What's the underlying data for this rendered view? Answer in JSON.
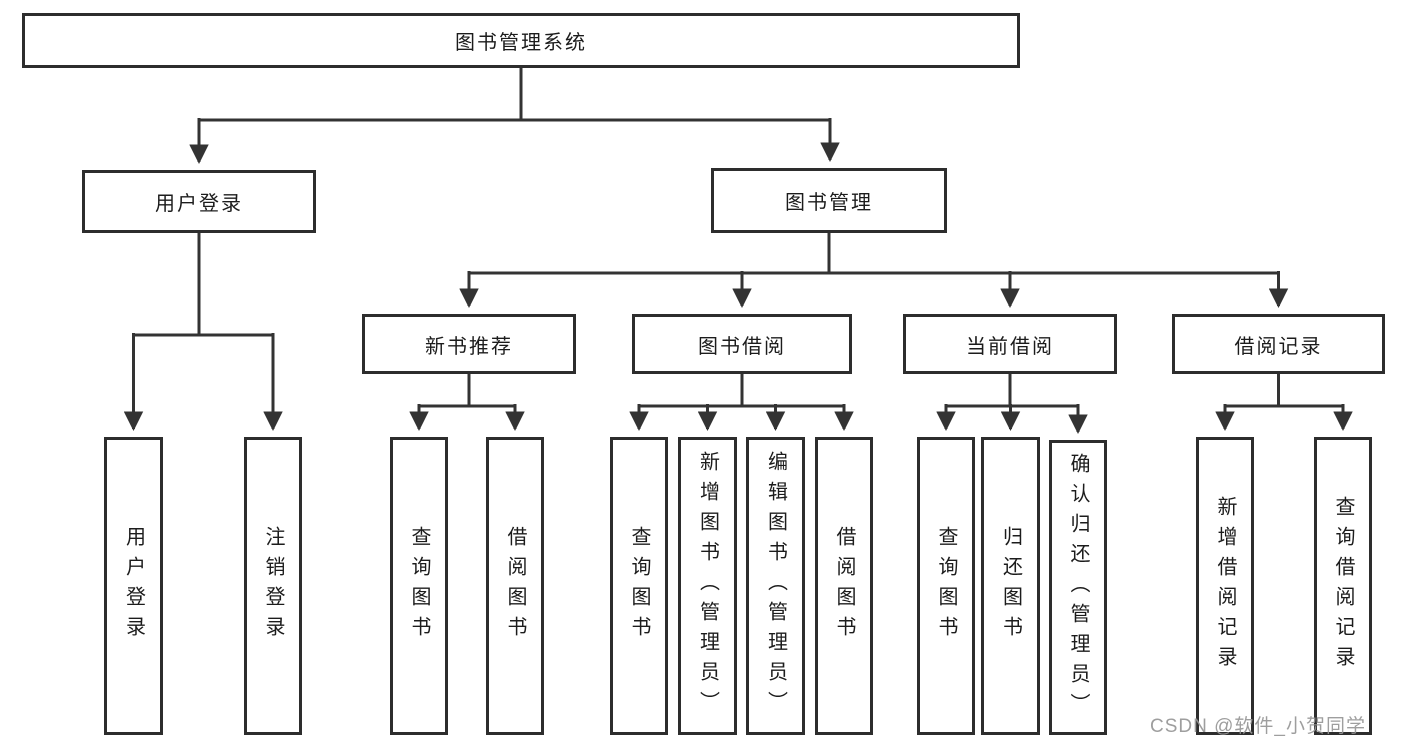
{
  "diagram": {
    "watermark": "CSDN @软件_小贺同学",
    "colors": {
      "line": "#333333",
      "box_border": "#2d2d2d",
      "box_fill": "#ffffff",
      "text": "#1c1c1c",
      "watermark": "#969696"
    },
    "tree": {
      "root": {
        "label": "图书管理系统",
        "children": [
          {
            "label": "用户登录",
            "children": [
              {
                "label": "用户登录"
              },
              {
                "label": "注销登录"
              }
            ]
          },
          {
            "label": "图书管理",
            "children": [
              {
                "label": "新书推荐",
                "children": [
                  {
                    "label": "查询图书"
                  },
                  {
                    "label": "借阅图书"
                  }
                ]
              },
              {
                "label": "图书借阅",
                "children": [
                  {
                    "label": "查询图书"
                  },
                  {
                    "label": "新增图书（管理员）"
                  },
                  {
                    "label": "编辑图书（管理员）"
                  },
                  {
                    "label": "借阅图书"
                  }
                ]
              },
              {
                "label": "当前借阅",
                "children": [
                  {
                    "label": "查询图书"
                  },
                  {
                    "label": "归还图书"
                  },
                  {
                    "label": "确认归还（管理员）"
                  }
                ]
              },
              {
                "label": "借阅记录",
                "children": [
                  {
                    "label": "新增借阅记录"
                  },
                  {
                    "label": "查询借阅记录"
                  }
                ]
              }
            ]
          }
        ]
      }
    }
  }
}
